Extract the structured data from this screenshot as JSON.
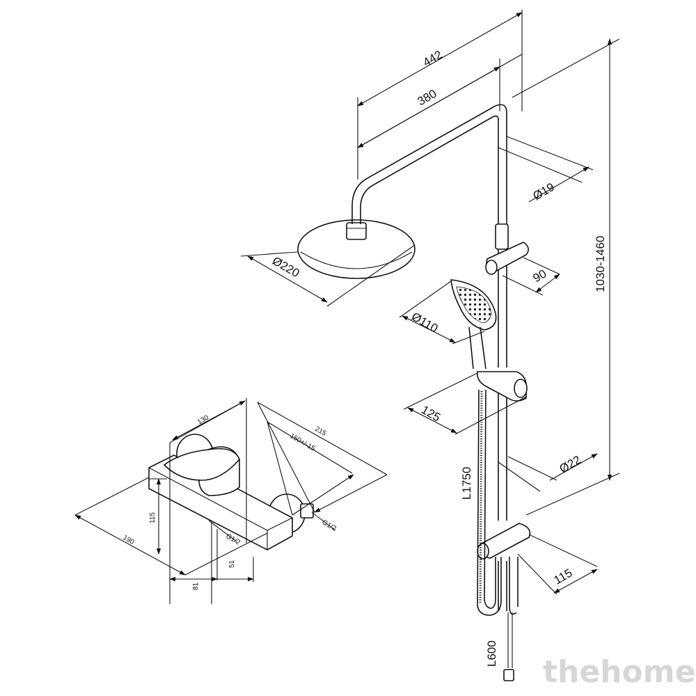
{
  "dimensions": {
    "d442": "442",
    "d380": "380",
    "d19": "Ø19",
    "d1030_1460": "1030-1460",
    "d220": "Ø220",
    "d90": "90",
    "d110": "Ø110",
    "d125": "125",
    "d22": "Ø22",
    "d1750": "L1750",
    "d115_bar": "115",
    "d600": "L600",
    "d130": "130",
    "d215": "215",
    "d150": "150+/-15",
    "d115_mixer": "115",
    "d190": "190",
    "g12_a": "G1/2",
    "g12_b": "G1/2",
    "d81": "81",
    "d51": "51"
  },
  "watermark": "thehome"
}
